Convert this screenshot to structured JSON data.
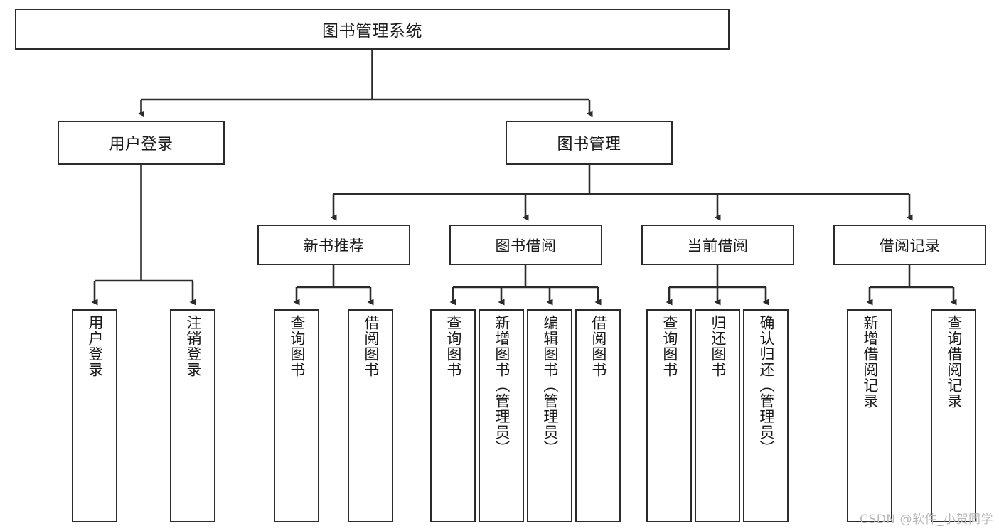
{
  "diagram": {
    "title": "图书管理系统",
    "watermark": "CSDN @软件_小贺同学",
    "stroke_color": "#2b2b2b",
    "background_color": "#ffffff",
    "watermark_color": "#b9b9b9",
    "root": {
      "label": "图书管理系统"
    },
    "level1": [
      {
        "label": "用户登录"
      },
      {
        "label": "图书管理"
      }
    ],
    "level2": [
      {
        "label": "新书推荐"
      },
      {
        "label": "图书借阅"
      },
      {
        "label": "当前借阅"
      },
      {
        "label": "借阅记录"
      }
    ],
    "leaves": {
      "user_login": [
        {
          "label": "用户登录"
        },
        {
          "label": "注销登录"
        }
      ],
      "new_book_recommend": [
        {
          "label": "查询图书"
        },
        {
          "label": "借阅图书"
        }
      ],
      "book_borrow": [
        {
          "label": "查询图书"
        },
        {
          "label": "新增图书（管理员）"
        },
        {
          "label": "编辑图书（管理员）"
        },
        {
          "label": "借阅图书"
        }
      ],
      "current_borrow": [
        {
          "label": "查询图书"
        },
        {
          "label": "归还图书"
        },
        {
          "label": "确认归还（管理员）"
        }
      ],
      "borrow_record": [
        {
          "label": "新增借阅记录"
        },
        {
          "label": "查询借阅记录"
        }
      ]
    }
  }
}
